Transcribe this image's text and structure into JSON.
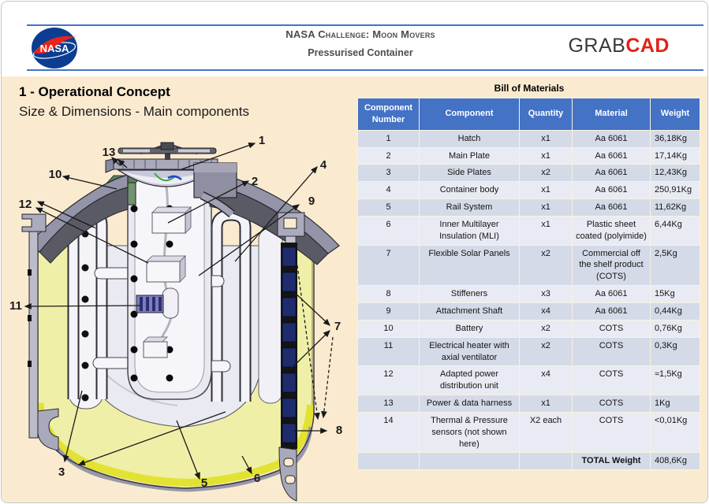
{
  "header": {
    "title_line1": "NASA Challenge: Moon Movers",
    "title_line2": "Pressurised Container",
    "nasa_logo_text": "NASA",
    "brand_part1": "GRAB",
    "brand_part2": "CAD"
  },
  "slide": {
    "title": "1 - Operational Concept",
    "subtitle": "Size & Dimensions - Main components"
  },
  "bom": {
    "title": "Bill of Materials",
    "columns": [
      "Component Number",
      "Component",
      "Quantity",
      "Material",
      "Weight"
    ],
    "rows": [
      [
        "1",
        "Hatch",
        "x1",
        "Aa 6061",
        "36,18Kg"
      ],
      [
        "2",
        "Main Plate",
        "x1",
        "Aa 6061",
        "17,14Kg"
      ],
      [
        "3",
        "Side Plates",
        "x2",
        "Aa 6061",
        "12,43Kg"
      ],
      [
        "4",
        "Container body",
        "x1",
        "Aa 6061",
        "250,91Kg"
      ],
      [
        "5",
        "Rail System",
        "x1",
        "Aa 6061",
        "11,62Kg"
      ],
      [
        "6",
        "Inner Multilayer Insulation (MLI)",
        "x1",
        "Plastic sheet coated (polyimide)",
        "6,44Kg"
      ],
      [
        "7",
        "Flexible Solar Panels",
        "x2",
        "Commercial off the shelf product (COTS)",
        "2,5Kg"
      ],
      [
        "8",
        "Stiffeners",
        "x3",
        "Aa 6061",
        "15Kg"
      ],
      [
        "9",
        "Attachment Shaft",
        "x4",
        "Aa 6061",
        "0,44Kg"
      ],
      [
        "10",
        "Battery",
        "x2",
        "COTS",
        "0,76Kg"
      ],
      [
        "11",
        "Electrical heater with axial ventilator",
        "x2",
        "COTS",
        "0,3Kg"
      ],
      [
        "12",
        "Adapted power distribution unit",
        "x4",
        "COTS",
        "≈1,5Kg"
      ],
      [
        "13",
        "Power & data harness",
        "x1",
        "COTS",
        "1Kg"
      ],
      [
        "14",
        "Thermal & Pressure sensors (not shown here)",
        "X2 each",
        "COTS",
        "<0,01Kg"
      ]
    ],
    "total_label": "TOTAL Weight",
    "total_value": "408,6Kg"
  },
  "diagram": {
    "callouts": [
      {
        "label": "1"
      },
      {
        "label": "2"
      },
      {
        "label": "3"
      },
      {
        "label": "4"
      },
      {
        "label": "5"
      },
      {
        "label": "6"
      },
      {
        "label": "7"
      },
      {
        "label": "8"
      },
      {
        "label": "9"
      },
      {
        "label": "10"
      },
      {
        "label": "11"
      },
      {
        "label": "12"
      },
      {
        "label": "13"
      }
    ]
  },
  "colors": {
    "accent_blue": "#4472C4",
    "cream_background": "#FAEBD0",
    "table_row_dark": "#D4DAE7",
    "table_row_light": "#E9EBF4",
    "brand_red": "#E02317",
    "nasa_blue": "#0B3D91",
    "insulation_yellow": "#EFEFA8",
    "insulation_yellow_bright": "#E2E232",
    "solar_navy": "#1E2C6E"
  }
}
